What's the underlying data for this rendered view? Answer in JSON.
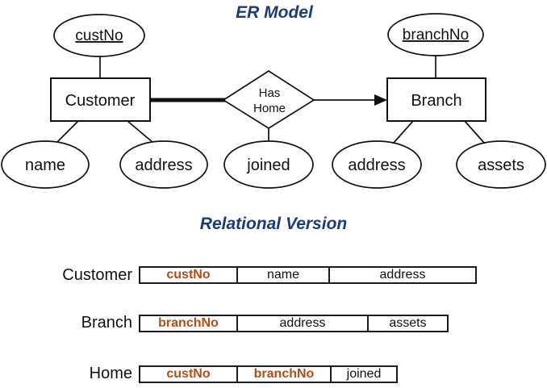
{
  "er_model": {
    "title": "ER Model",
    "entities": {
      "customer": "Customer",
      "branch": "Branch"
    },
    "relationship": {
      "line1": "Has",
      "line2": "Home"
    },
    "attributes": {
      "custNo": "custNo",
      "branchNo": "branchNo",
      "name": "name",
      "address1": "address",
      "joined": "joined",
      "address2": "address",
      "assets": "assets"
    }
  },
  "relational": {
    "title": "Relational Version",
    "tables": [
      {
        "name": "Customer",
        "columns": [
          {
            "label": "custNo",
            "key": true
          },
          {
            "label": "name",
            "key": false
          },
          {
            "label": "address",
            "key": false
          }
        ]
      },
      {
        "name": "Branch",
        "columns": [
          {
            "label": "branchNo",
            "key": true
          },
          {
            "label": "address",
            "key": false
          },
          {
            "label": "assets",
            "key": false
          }
        ]
      },
      {
        "name": "Home",
        "columns": [
          {
            "label": "custNo",
            "key": true
          },
          {
            "label": "branchNo",
            "key": true
          },
          {
            "label": "joined",
            "key": false
          }
        ]
      }
    ]
  },
  "colors": {
    "title_blue": "#1b3c7a",
    "primary_key_orange": "#b34d12",
    "line_black": "#111111"
  }
}
